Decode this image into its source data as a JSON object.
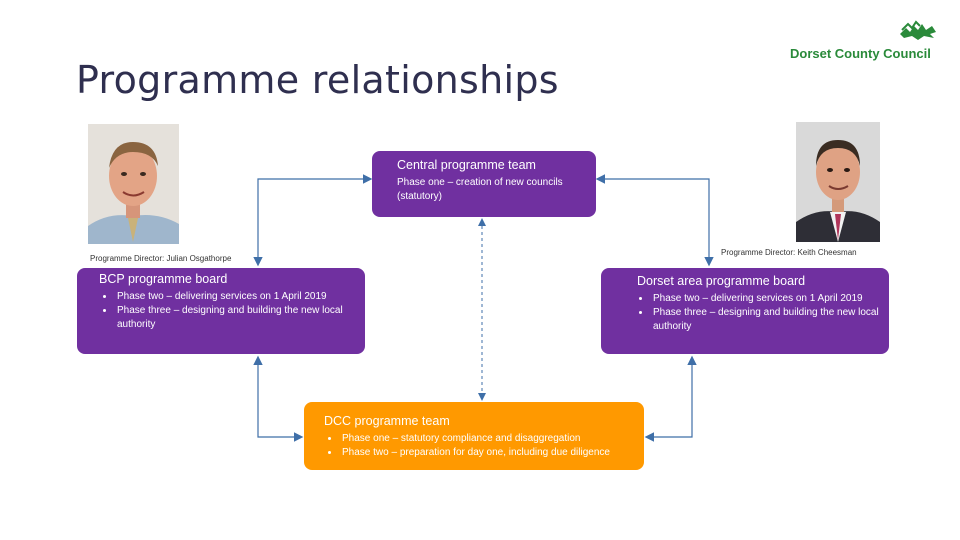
{
  "slide": {
    "title": "Programme relationships"
  },
  "logo": {
    "name": "Dorset County Council"
  },
  "colors": {
    "purple": "#7030a0",
    "orange": "#ff9900",
    "connector": "#3f6fa8",
    "title": "#2f2f4f",
    "logo_green": "#2a8a3a"
  },
  "directors": {
    "left": "Programme Director: Julian Osgathorpe",
    "right": "Programme Director: Keith Cheesman"
  },
  "central": {
    "title": "Central programme team",
    "text": "Phase one – creation of new councils (statutory)"
  },
  "bcp": {
    "title": "BCP programme board",
    "items": [
      "Phase two – delivering services on 1 April 2019",
      "Phase three – designing and building the new local authority"
    ]
  },
  "dorset": {
    "title": "Dorset area programme board",
    "items": [
      "Phase two – delivering services on 1 April 2019",
      "Phase three – designing and building the new local authority"
    ]
  },
  "dcc": {
    "title": "DCC programme team",
    "items": [
      "Phase one – statutory compliance and disaggregation",
      "Phase two – preparation for day one, including due diligence"
    ]
  }
}
